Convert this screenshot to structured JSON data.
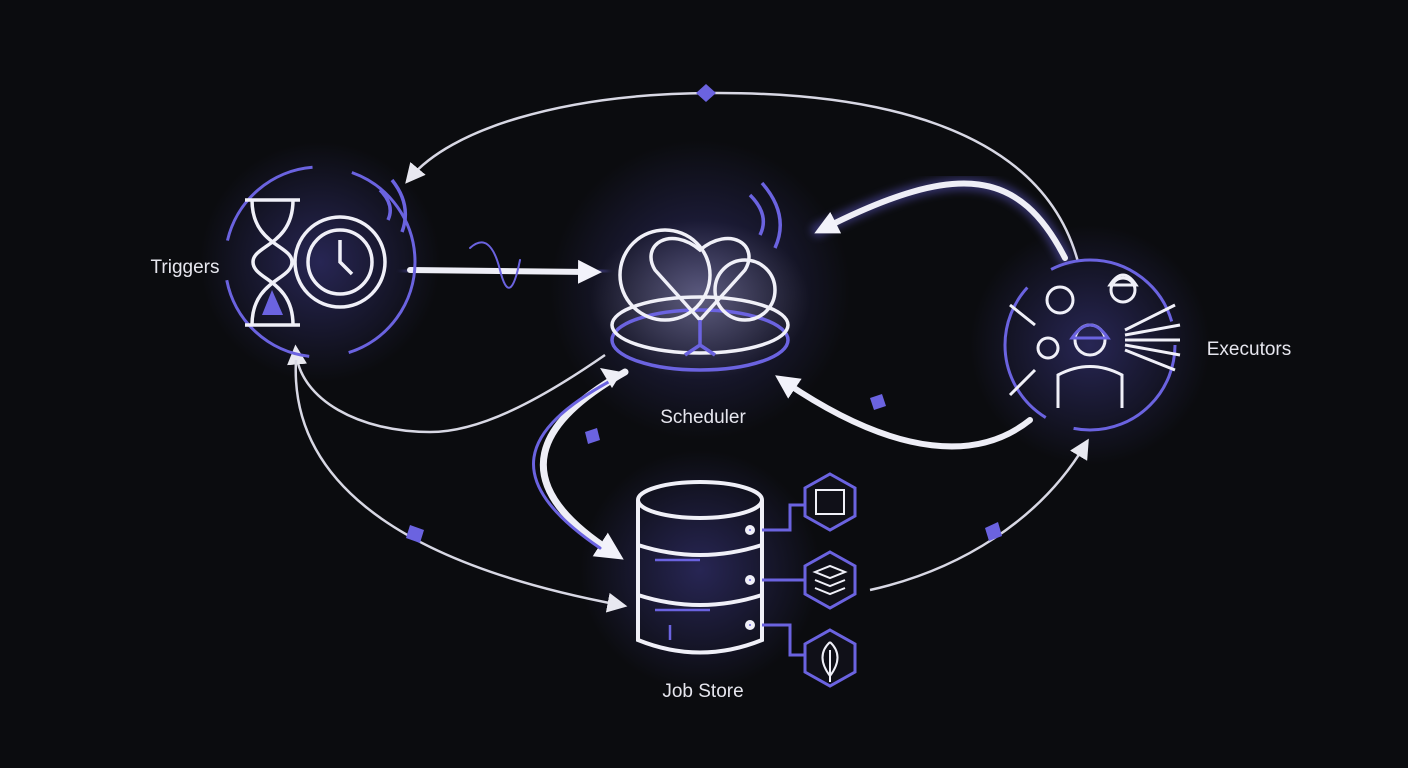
{
  "nodes": {
    "triggers": {
      "label": "Triggers"
    },
    "scheduler": {
      "label": "Scheduler"
    },
    "executors": {
      "label": "Executors"
    },
    "job_store": {
      "label": "Job Store"
    }
  },
  "backends": [
    {
      "icon": "chip-icon"
    },
    {
      "icon": "redis-stack-icon"
    },
    {
      "icon": "leaf-icon"
    }
  ],
  "colors": {
    "background": "#0b0c0f",
    "accent": "#6b63e0",
    "line": "#e8e8f0"
  }
}
